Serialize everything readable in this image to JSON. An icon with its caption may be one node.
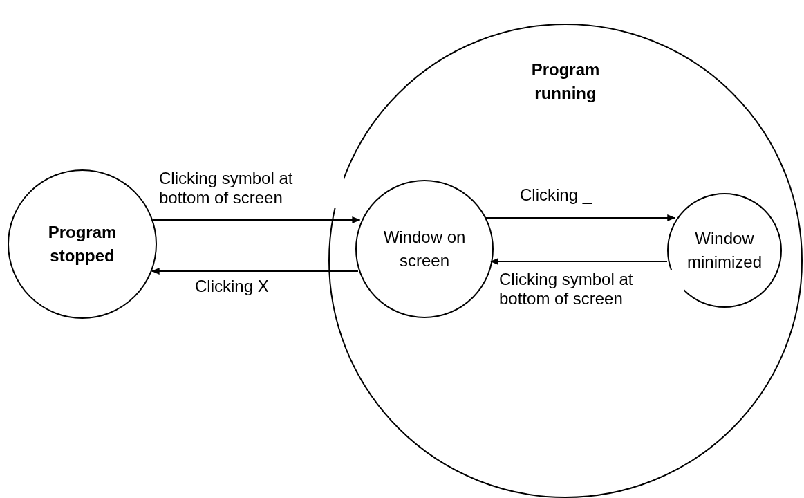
{
  "diagram": {
    "nodes": [
      {
        "text": [
          "Program stopped"
        ]
      },
      {
        "text": [
          "Program running"
        ]
      },
      {
        "text": [
          "Window on screen"
        ],
        "in": 1
      },
      {
        "text": [
          "Window minimized"
        ],
        "in": 1
      }
    ],
    "edges": [
      {
        "from": 0,
        "to": 2,
        "arrow": "to",
        "label": "Clicking symbol at bottom of screen"
      },
      {
        "from": 2,
        "to": 0,
        "arrow": "to",
        "label": "Clicking X"
      },
      {
        "from": 2,
        "to": 3,
        "arrow": "to",
        "label": "Clicking _"
      },
      {
        "from": 3,
        "to": 2,
        "arrow": "to",
        "label": "Clicking symbol at bottom of screen"
      }
    ]
  }
}
